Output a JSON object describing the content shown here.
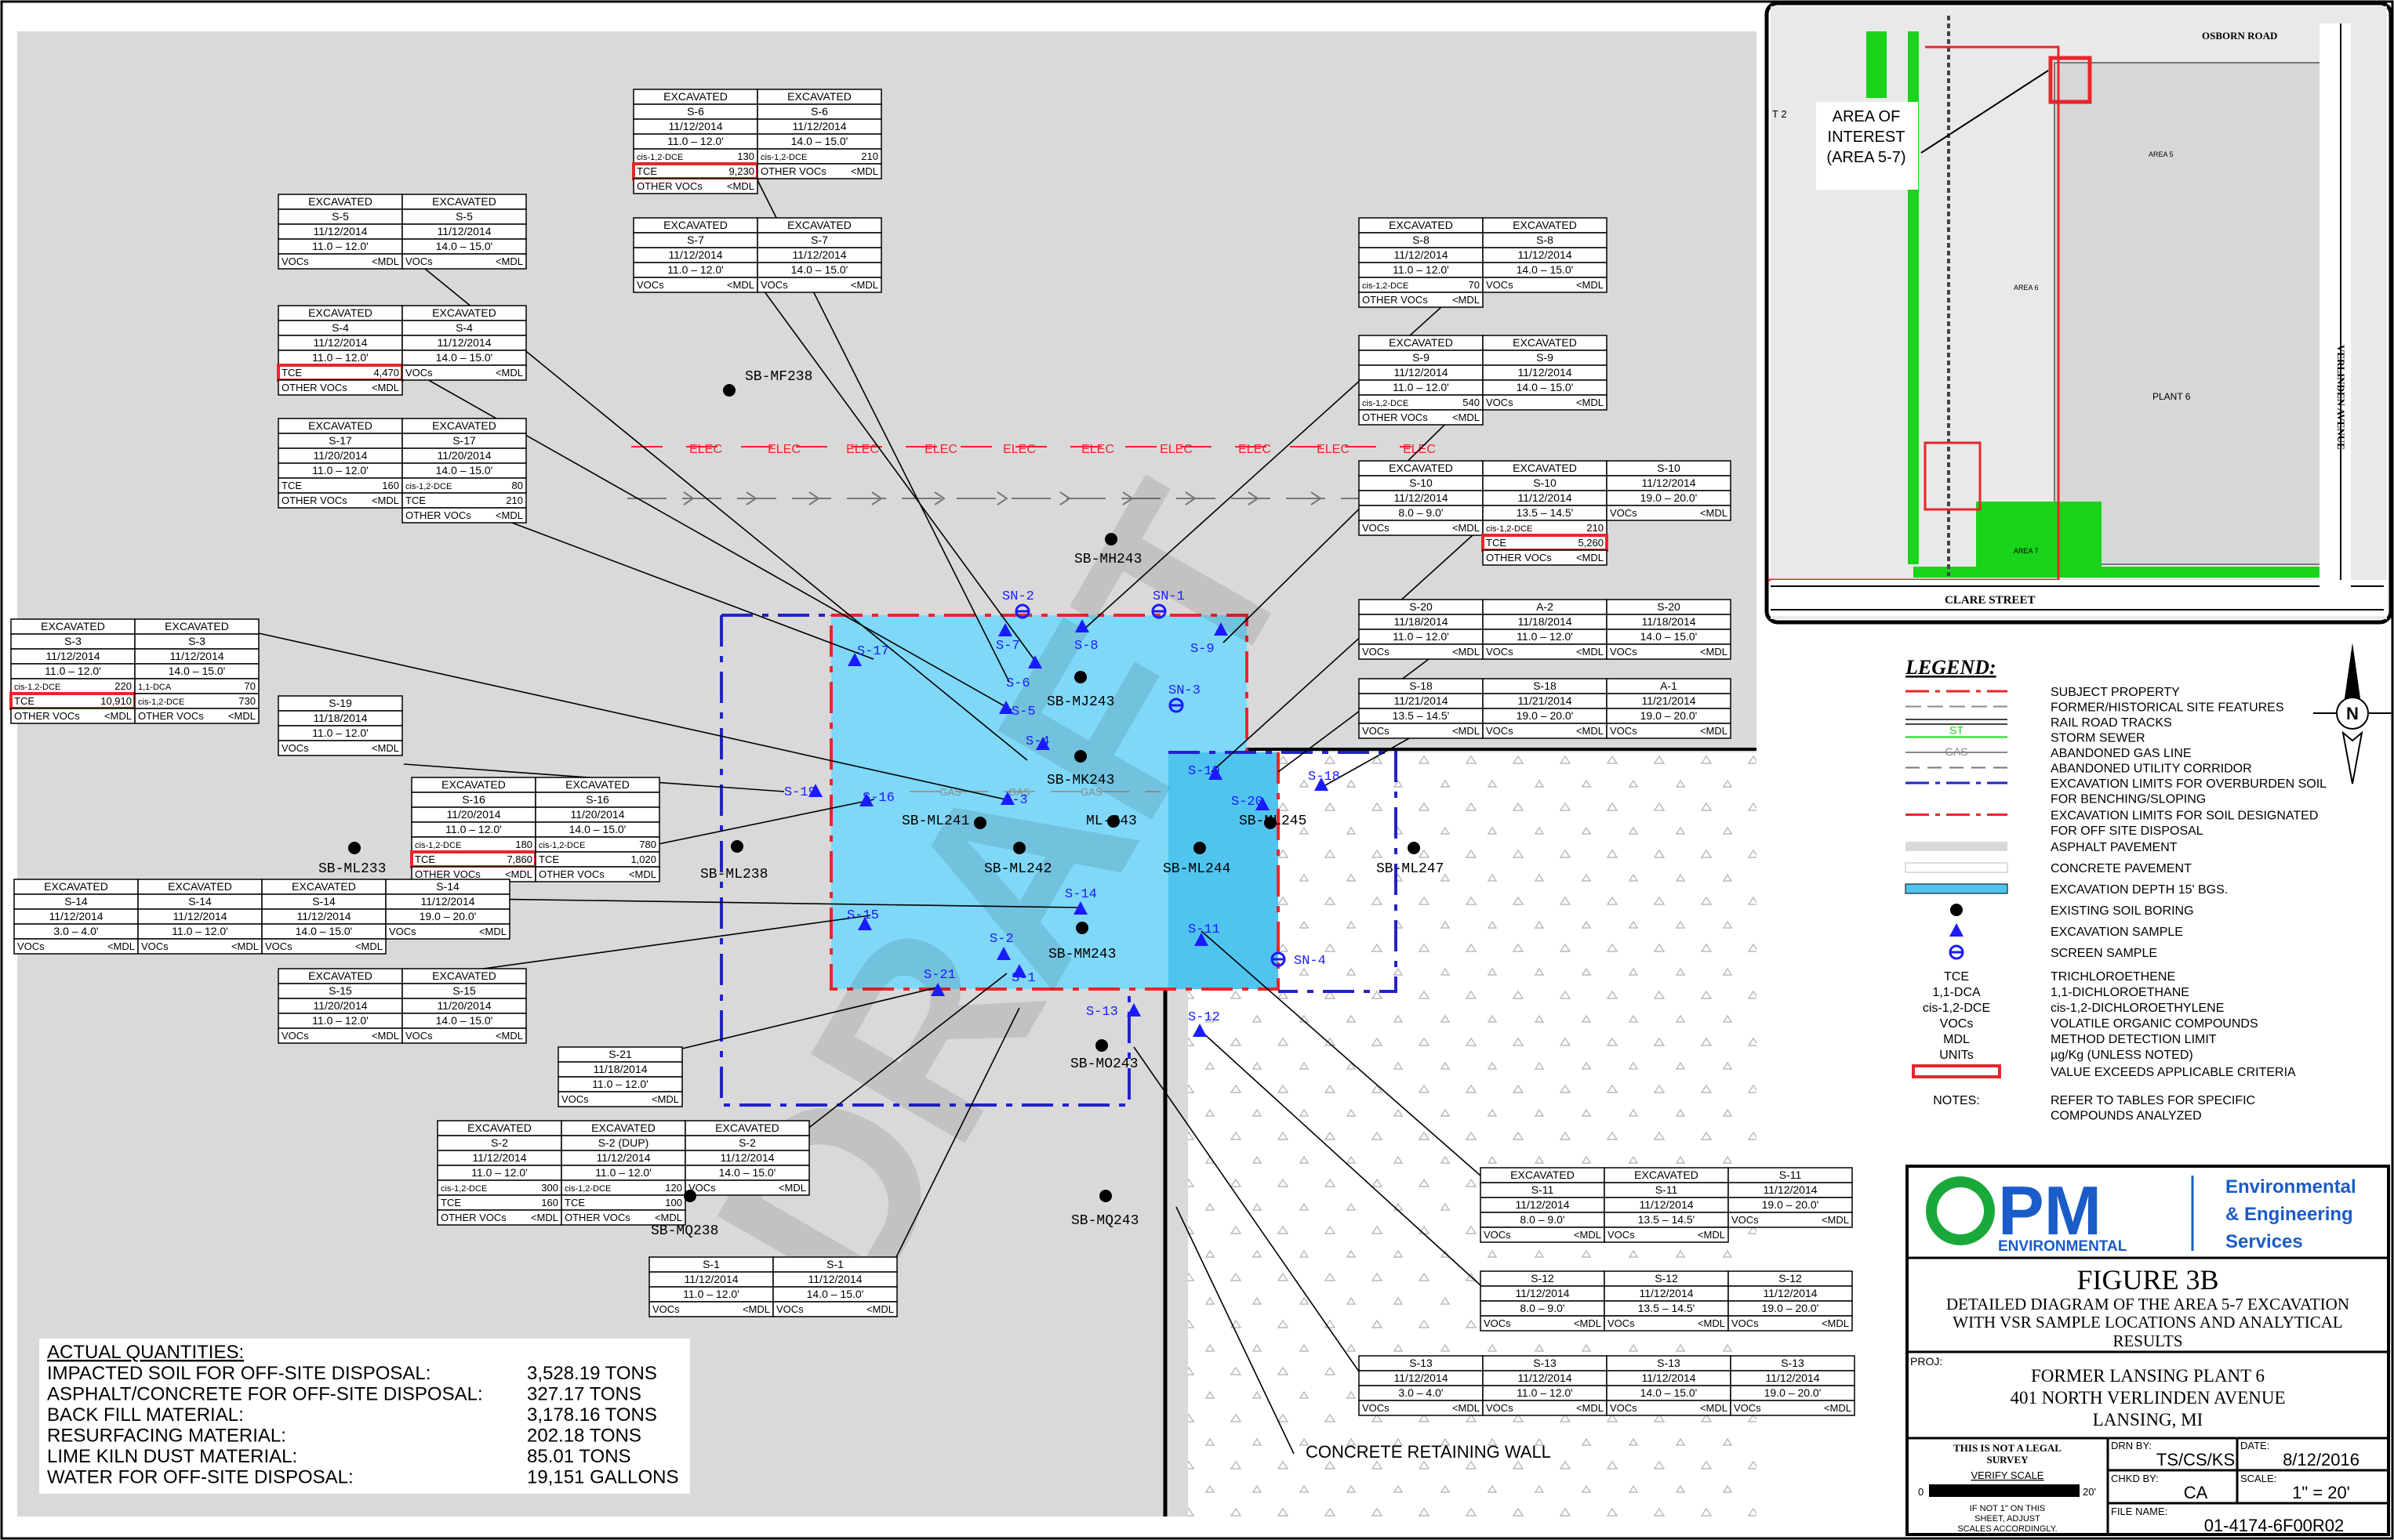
{
  "colors": {
    "excavation": "#7fd8f7",
    "excavation_deep": "#4fc4ef",
    "asphalt": "#d9d9d9",
    "sample_blue": "#1a1aff",
    "red_line": "#e8262a",
    "screen_blue": "#1a1aff",
    "green": "#19d41a"
  },
  "legend": {
    "title": "LEGEND:",
    "items": [
      {
        "sym": "redline",
        "text": "SUBJECT PROPERTY"
      },
      {
        "sym": "grayline",
        "text": "FORMER/HISTORICAL SITE FEATURES"
      },
      {
        "sym": "rail",
        "text": "RAIL ROAD TRACKS"
      },
      {
        "sym": "st",
        "label": "ST",
        "text": "STORM SEWER"
      },
      {
        "sym": "gas",
        "label": "GAS",
        "text": "ABANDONED GAS LINE"
      },
      {
        "sym": "util",
        "text": "ABANDONED UTILITY CORRIDOR"
      },
      {
        "sym": "blue",
        "text": "EXCAVATION LIMITS FOR OVERBURDEN SOIL"
      },
      {
        "sym": "none",
        "text": "FOR BENCHING/SLOPING"
      },
      {
        "sym": "reddash",
        "text": "EXCAVATION LIMITS FOR SOIL DESIGNATED"
      },
      {
        "sym": "none",
        "text": "FOR OFF SITE DISPOSAL"
      },
      {
        "sym": "asphalt",
        "text": "ASPHALT PAVEMENT"
      },
      {
        "sym": "concrete",
        "text": "CONCRETE PAVEMENT"
      },
      {
        "sym": "excav",
        "text": "EXCAVATION DEPTH 15' BGS."
      },
      {
        "sym": "boring",
        "text": "EXISTING SOIL BORING"
      },
      {
        "sym": "triangle",
        "text": "EXCAVATION SAMPLE"
      },
      {
        "sym": "screen",
        "text": "SCREEN SAMPLE"
      },
      {
        "sym": "abbr",
        "label": "TCE",
        "text": "TRICHLOROETHENE"
      },
      {
        "sym": "abbr",
        "label": "1,1-DCA",
        "text": "1,1-DICHLOROETHANE"
      },
      {
        "sym": "abbr",
        "label": "cis-1,2-DCE",
        "text": "cis-1,2-DICHLOROETHYLENE"
      },
      {
        "sym": "abbr",
        "label": "VOCs",
        "text": "VOLATILE ORGANIC COMPOUNDS"
      },
      {
        "sym": "abbr",
        "label": "MDL",
        "text": "METHOD DETECTION LIMIT"
      },
      {
        "sym": "abbr",
        "label": "UNITs",
        "text": "µg/Kg (UNLESS NOTED)"
      },
      {
        "sym": "redbox",
        "text": "VALUE EXCEEDS APPLICABLE CRITERIA"
      },
      {
        "sym": "notes",
        "label": "NOTES:",
        "text": "REFER TO TABLES FOR SPECIFIC"
      },
      {
        "sym": "none",
        "text": "COMPOUNDS ANALYZED"
      }
    ]
  },
  "north": "N",
  "title_block": {
    "company_line1": "Environmental",
    "company_line2": "& Engineering",
    "company_line3": "Services",
    "logo_pm": "PM",
    "logo_env": "ENVIRONMENTAL",
    "figure": "FIGURE 3B",
    "desc1": "DETAILED DIAGRAM OF THE AREA 5-7 EXCAVATION",
    "desc2": "WITH VSR SAMPLE LOCATIONS AND ANALYTICAL",
    "desc3": "RESULTS",
    "proj_label": "PROJ:",
    "proj1": "FORMER LANSING PLANT 6",
    "proj2": "401 NORTH VERLINDEN AVENUE",
    "proj3": "LANSING, MI",
    "legal1": "THIS IS NOT A LEGAL",
    "legal2": "SURVEY",
    "verify": "VERIFY SCALE",
    "scale_zero": "0",
    "scale_twenty": "20'",
    "note1": "IF NOT 1\" ON THIS",
    "note2": "SHEET, ADJUST",
    "note3": "SCALES ACCORDINGLY.",
    "drn_label": "DRN BY:",
    "drn": "TS/CS/KS",
    "date_label": "DATE:",
    "date": "8/12/2016",
    "chkd_label": "CHKD BY:",
    "chkd": "CA",
    "scale_label": "SCALE:",
    "scale": "1\" = 20'",
    "file_label": "FILE NAME:",
    "file": "01-4174-6F00R02"
  },
  "quantities": {
    "title": "ACTUAL QUANTITIES:",
    "rows": [
      {
        "k": "IMPACTED SOIL FOR OFF-SITE DISPOSAL:",
        "v": "3,528.19 TONS"
      },
      {
        "k": "ASPHALT/CONCRETE FOR OFF-SITE DISPOSAL:",
        "v": "327.17 TONS"
      },
      {
        "k": "BACK FILL MATERIAL:",
        "v": "3,178.16 TONS"
      },
      {
        "k": "RESURFACING MATERIAL:",
        "v": "202.18 TONS"
      },
      {
        "k": "LIME KILN DUST MATERIAL:",
        "v": "85.01 TONS"
      },
      {
        "k": "WATER FOR OFF-SITE DISPOSAL:",
        "v": "19,151 GALLONS"
      }
    ]
  },
  "wall_label": "CONCRETE RETAINING WALL",
  "watermark": "DRAFT",
  "inset": {
    "area_label1": "AREA OF",
    "area_label2": "INTEREST",
    "area_label3": "(AREA 5-7)",
    "osborn": "OSBORN ROAD",
    "clare": "CLARE STREET",
    "verlinden": "VERLINDEN AVENUE",
    "plant": "PLANT 6",
    "area5": "AREA 5",
    "area6": "AREA 6",
    "area7": "AREA 7",
    "t2": "T 2"
  },
  "utility_labels": {
    "elec": "ELEC",
    "gas": "GAS"
  },
  "borings": [
    {
      "id": "SB-MF238"
    },
    {
      "id": "SB-MH243"
    },
    {
      "id": "SB-MJ243"
    },
    {
      "id": "SB-MK243"
    },
    {
      "id": "SB-ML241"
    },
    {
      "id": "SB-ML242"
    },
    {
      "id": "ML-243"
    },
    {
      "id": "SB-ML244"
    },
    {
      "id": "SB-ML245"
    },
    {
      "id": "SB-ML247"
    },
    {
      "id": "SB-ML233"
    },
    {
      "id": "SB-ML238"
    },
    {
      "id": "SB-MM243"
    },
    {
      "id": "SB-MO243"
    },
    {
      "id": "SB-MQ238"
    },
    {
      "id": "SB-MQ243"
    }
  ],
  "samples": [
    {
      "id": "S-1"
    },
    {
      "id": "S-2"
    },
    {
      "id": "S-3"
    },
    {
      "id": "S-4"
    },
    {
      "id": "S-5"
    },
    {
      "id": "S-6"
    },
    {
      "id": "S-7"
    },
    {
      "id": "S-8"
    },
    {
      "id": "S-9"
    },
    {
      "id": "S-10"
    },
    {
      "id": "S-11"
    },
    {
      "id": "S-12"
    },
    {
      "id": "S-13"
    },
    {
      "id": "S-14"
    },
    {
      "id": "S-15"
    },
    {
      "id": "S-16"
    },
    {
      "id": "S-17"
    },
    {
      "id": "S-18"
    },
    {
      "id": "S-19"
    },
    {
      "id": "S-20"
    },
    {
      "id": "S-21"
    }
  ],
  "screens": [
    {
      "id": "SN-1"
    },
    {
      "id": "SN-2"
    },
    {
      "id": "SN-3"
    },
    {
      "id": "SN-4"
    }
  ],
  "tables": [
    {
      "id": "S-6",
      "cols": [
        [
          "EXCAVATED",
          "S-6",
          "11/12/2014",
          "11.0 – 12.0'",
          {
            "l": "cis-1,2-DCE",
            "v": "130"
          },
          {
            "l": "TCE",
            "v": "9,230",
            "red": true
          },
          "OTHER VOCs <MDL"
        ],
        [
          "EXCAVATED",
          "S-6",
          "11/12/2014",
          "14.0 – 15.0'",
          {
            "l": "cis-1,2-DCE",
            "v": "210"
          },
          "OTHER VOCs <MDL"
        ]
      ]
    },
    {
      "id": "S-7",
      "cols": [
        [
          "EXCAVATED",
          "S-7",
          "11/12/2014",
          "11.0 – 12.0'",
          {
            "l": "VOCs",
            "v": "<MDL"
          }
        ],
        [
          "EXCAVATED",
          "S-7",
          "11/12/2014",
          "14.0 – 15.0'",
          {
            "l": "VOCs",
            "v": "<MDL"
          }
        ]
      ]
    },
    {
      "id": "S-5",
      "cols": [
        [
          "EXCAVATED",
          "S-5",
          "11/12/2014",
          "11.0 – 12.0'",
          {
            "l": "VOCs",
            "v": "<MDL"
          }
        ],
        [
          "EXCAVATED",
          "S-5",
          "11/12/2014",
          "14.0 – 15.0'",
          {
            "l": "VOCs",
            "v": "<MDL"
          }
        ]
      ]
    },
    {
      "id": "S-4",
      "cols": [
        [
          "EXCAVATED",
          "S-4",
          "11/12/2014",
          "11.0 – 12.0'",
          {
            "l": "TCE",
            "v": "4,470",
            "red": true
          },
          "OTHER VOCs <MDL"
        ],
        [
          "EXCAVATED",
          "S-4",
          "11/12/2014",
          "14.0 – 15.0'",
          {
            "l": "VOCs",
            "v": "<MDL"
          }
        ]
      ]
    },
    {
      "id": "S-17",
      "cols": [
        [
          "EXCAVATED",
          "S-17",
          "11/20/2014",
          "11.0 – 12.0'",
          {
            "l": "TCE",
            "v": "160"
          },
          "OTHER VOCs <MDL"
        ],
        [
          "EXCAVATED",
          "S-17",
          "11/20/2014",
          "14.0 – 15.0'",
          {
            "l": "cis-1,2-DCE",
            "v": "80"
          },
          {
            "l": "TCE",
            "v": "210"
          },
          "OTHER VOCs <MDL"
        ]
      ]
    },
    {
      "id": "S-8",
      "cols": [
        [
          "EXCAVATED",
          "S-8",
          "11/12/2014",
          "11.0 – 12.0'",
          {
            "l": "cis-1,2-DCE",
            "v": "70"
          },
          "OTHER VOCs <MDL"
        ],
        [
          "EXCAVATED",
          "S-8",
          "11/12/2014",
          "14.0 – 15.0'",
          {
            "l": "VOCs",
            "v": "<MDL"
          }
        ]
      ]
    },
    {
      "id": "S-9",
      "cols": [
        [
          "EXCAVATED",
          "S-9",
          "11/12/2014",
          "11.0 – 12.0'",
          {
            "l": "cis-1,2-DCE",
            "v": "540"
          },
          "OTHER VOCs <MDL"
        ],
        [
          "EXCAVATED",
          "S-9",
          "11/12/2014",
          "14.0 – 15.0'",
          {
            "l": "VOCs",
            "v": "<MDL"
          }
        ]
      ]
    },
    {
      "id": "S-10",
      "cols": [
        [
          "EXCAVATED",
          "S-10",
          "11/12/2014",
          "8.0 – 9.0'",
          {
            "l": "VOCs",
            "v": "<MDL"
          }
        ],
        [
          "EXCAVATED",
          "S-10",
          "11/12/2014",
          "13.5 – 14.5'",
          {
            "l": "cis-1,2-DCE",
            "v": "210"
          },
          {
            "l": "TCE",
            "v": "5,260",
            "red": true
          },
          "OTHER VOCs <MDL"
        ],
        [
          "",
          "S-10",
          "11/12/2014",
          "19.0 – 20.0'",
          {
            "l": "VOCs",
            "v": "<MDL"
          }
        ]
      ]
    },
    {
      "id": "S-20",
      "cols": [
        [
          "",
          "S-20",
          "11/18/2014",
          "11.0 – 12.0'",
          {
            "l": "VOCs",
            "v": "<MDL"
          }
        ],
        [
          "",
          "A-2",
          "11/18/2014",
          "11.0 – 12.0'",
          {
            "l": "VOCs",
            "v": "<MDL"
          }
        ],
        [
          "",
          "S-20",
          "11/18/2014",
          "14.0 – 15.0'",
          {
            "l": "VOCs",
            "v": "<MDL"
          }
        ]
      ]
    },
    {
      "id": "S-18",
      "cols": [
        [
          "",
          "S-18",
          "11/21/2014",
          "13.5 – 14.5'",
          {
            "l": "VOCs",
            "v": "<MDL"
          }
        ],
        [
          "",
          "S-18",
          "11/21/2014",
          "19.0 – 20.0'",
          {
            "l": "VOCs",
            "v": "<MDL"
          }
        ],
        [
          "",
          "A-1",
          "11/21/2014",
          "19.0 – 20.0'",
          {
            "l": "VOCs",
            "v": "<MDL"
          }
        ]
      ]
    },
    {
      "id": "S-3",
      "cols": [
        [
          "EXCAVATED",
          "S-3",
          "11/12/2014",
          "11.0 – 12.0'",
          {
            "l": "cis-1,2-DCE",
            "v": "220"
          },
          {
            "l": "TCE",
            "v": "10,910",
            "red": true
          },
          "OTHER VOCs <MDL"
        ],
        [
          "EXCAVATED",
          "S-3",
          "11/12/2014",
          "14.0 – 15.0'",
          {
            "l": "1,1-DCA",
            "v": "70"
          },
          {
            "l": "cis-1,2-DCE",
            "v": "730"
          },
          "OTHER VOCs <MDL"
        ]
      ]
    },
    {
      "id": "S-19",
      "cols": [
        [
          "",
          "S-19",
          "11/18/2014",
          "11.0 – 12.0'",
          {
            "l": "VOCs",
            "v": "<MDL"
          }
        ]
      ]
    },
    {
      "id": "S-16",
      "cols": [
        [
          "EXCAVATED",
          "S-16",
          "11/20/2014",
          "11.0 – 12.0'",
          {
            "l": "cis-1,2-DCE",
            "v": "180"
          },
          {
            "l": "TCE",
            "v": "7,860",
            "red": true
          },
          "OTHER VOCs <MDL"
        ],
        [
          "EXCAVATED",
          "S-16",
          "11/20/2014",
          "14.0 – 15.0'",
          {
            "l": "cis-1,2-DCE",
            "v": "780"
          },
          {
            "l": "TCE",
            "v": "1,020"
          },
          "OTHER VOCs <MDL"
        ]
      ]
    },
    {
      "id": "S-14",
      "cols": [
        [
          "EXCAVATED",
          "S-14",
          "11/12/2014",
          "3.0 – 4.0'",
          {
            "l": "VOCs",
            "v": "<MDL"
          }
        ],
        [
          "EXCAVATED",
          "S-14",
          "11/12/2014",
          "11.0 – 12.0'",
          {
            "l": "VOCs",
            "v": "<MDL"
          }
        ],
        [
          "EXCAVATED",
          "S-14",
          "11/12/2014",
          "14.0 – 15.0'",
          {
            "l": "VOCs",
            "v": "<MDL"
          }
        ],
        [
          "",
          "S-14",
          "11/12/2014",
          "19.0 – 20.0'",
          {
            "l": "VOCs",
            "v": "<MDL"
          }
        ]
      ]
    },
    {
      "id": "S-15",
      "cols": [
        [
          "EXCAVATED",
          "S-15",
          "11/20/2014",
          "11.0 – 12.0'",
          {
            "l": "VOCs",
            "v": "<MDL"
          }
        ],
        [
          "EXCAVATED",
          "S-15",
          "11/20/2014",
          "14.0 – 15.0'",
          {
            "l": "VOCs",
            "v": "<MDL"
          }
        ]
      ]
    },
    {
      "id": "S-21",
      "cols": [
        [
          "",
          "S-21",
          "11/18/2014",
          "11.0 – 12.0'",
          {
            "l": "VOCs",
            "v": "<MDL"
          }
        ]
      ]
    },
    {
      "id": "S-2",
      "cols": [
        [
          "EXCAVATED",
          "S-2",
          "11/12/2014",
          "11.0 – 12.0'",
          {
            "l": "cis-1,2-DCE",
            "v": "300"
          },
          {
            "l": "TCE",
            "v": "160"
          },
          "OTHER VOCs <MDL"
        ],
        [
          "EXCAVATED",
          "S-2 (DUP)",
          "11/12/2014",
          "11.0 – 12.0'",
          {
            "l": "cis-1,2-DCE",
            "v": "120"
          },
          {
            "l": "TCE",
            "v": "100"
          },
          "OTHER VOCs <MDL"
        ],
        [
          "EXCAVATED",
          "S-2",
          "11/12/2014",
          "14.0 – 15.0'",
          {
            "l": "VOCs",
            "v": "<MDL"
          }
        ]
      ]
    },
    {
      "id": "S-1",
      "cols": [
        [
          "",
          "S-1",
          "11/12/2014",
          "11.0 – 12.0'",
          {
            "l": "VOCs",
            "v": "<MDL"
          }
        ],
        [
          "",
          "S-1",
          "11/12/2014",
          "14.0 – 15.0'",
          {
            "l": "VOCs",
            "v": "<MDL"
          }
        ]
      ]
    },
    {
      "id": "S-11",
      "cols": [
        [
          "EXCAVATED",
          "S-11",
          "11/12/2014",
          "8.0 – 9.0'",
          {
            "l": "VOCs",
            "v": "<MDL"
          }
        ],
        [
          "EXCAVATED",
          "S-11",
          "11/12/2014",
          "13.5 – 14.5'",
          {
            "l": "VOCs",
            "v": "<MDL"
          }
        ],
        [
          "",
          "S-11",
          "11/12/2014",
          "19.0 – 20.0'",
          {
            "l": "VOCs",
            "v": "<MDL"
          }
        ]
      ]
    },
    {
      "id": "S-12",
      "cols": [
        [
          "",
          "S-12",
          "11/12/2014",
          "8.0 – 9.0'",
          {
            "l": "VOCs",
            "v": "<MDL"
          }
        ],
        [
          "",
          "S-12",
          "11/12/2014",
          "13.5 – 14.5'",
          {
            "l": "VOCs",
            "v": "<MDL"
          }
        ],
        [
          "",
          "S-12",
          "11/12/2014",
          "19.0 – 20.0'",
          {
            "l": "VOCs",
            "v": "<MDL"
          }
        ]
      ]
    },
    {
      "id": "S-13",
      "cols": [
        [
          "",
          "S-13",
          "11/12/2014",
          "3.0 – 4.0'",
          {
            "l": "VOCs",
            "v": "<MDL"
          }
        ],
        [
          "",
          "S-13",
          "11/12/2014",
          "11.0 – 12.0'",
          {
            "l": "VOCs",
            "v": "<MDL"
          }
        ],
        [
          "",
          "S-13",
          "11/12/2014",
          "14.0 – 15.0'",
          {
            "l": "VOCs",
            "v": "<MDL"
          }
        ],
        [
          "",
          "S-13",
          "11/12/2014",
          "19.0 – 20.0'",
          {
            "l": "VOCs",
            "v": "<MDL"
          }
        ]
      ]
    }
  ]
}
